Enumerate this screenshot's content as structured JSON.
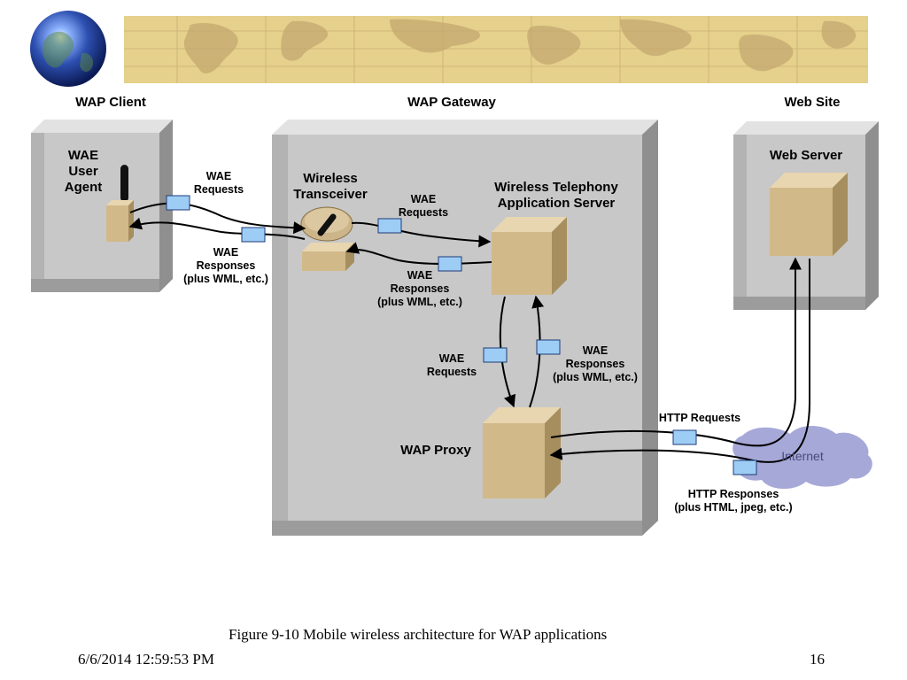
{
  "columns": {
    "client": "WAP Client",
    "gateway": "WAP Gateway",
    "site": "Web Site"
  },
  "nodes": {
    "agent": [
      "WAE",
      "User",
      "Agent"
    ],
    "transceiver": [
      "Wireless",
      "Transceiver"
    ],
    "wtas": [
      "Wireless Telephony",
      "Application Server"
    ],
    "proxy": "WAP Proxy",
    "webserver": "Web Server",
    "internet": "Internet"
  },
  "messages": {
    "client_req": [
      "WAE",
      "Requests"
    ],
    "client_resp": [
      "WAE",
      "Responses",
      "(plus WML, etc.)"
    ],
    "trans_req": [
      "WAE",
      "Requests"
    ],
    "trans_resp": [
      "WAE",
      "Responses",
      "(plus WML, etc.)"
    ],
    "proxy_req": [
      "WAE",
      "Requests"
    ],
    "proxy_resp": [
      "WAE",
      "Responses",
      "(plus WML, etc.)"
    ],
    "http_req": "HTTP Requests",
    "http_resp": [
      "HTTP Responses",
      "(plus HTML, jpeg, etc.)"
    ]
  },
  "footer": {
    "caption": "Figure 9-10 Mobile wireless architecture for WAP applications",
    "timestamp": "6/6/2014 12:59:53 PM",
    "page": "16"
  },
  "colors": {
    "banner": "#e5d08c",
    "panel": "#c8c8c8",
    "box": "#d1b98a",
    "packet": "#9dcdf5",
    "cloud": "#a6a9d8"
  }
}
